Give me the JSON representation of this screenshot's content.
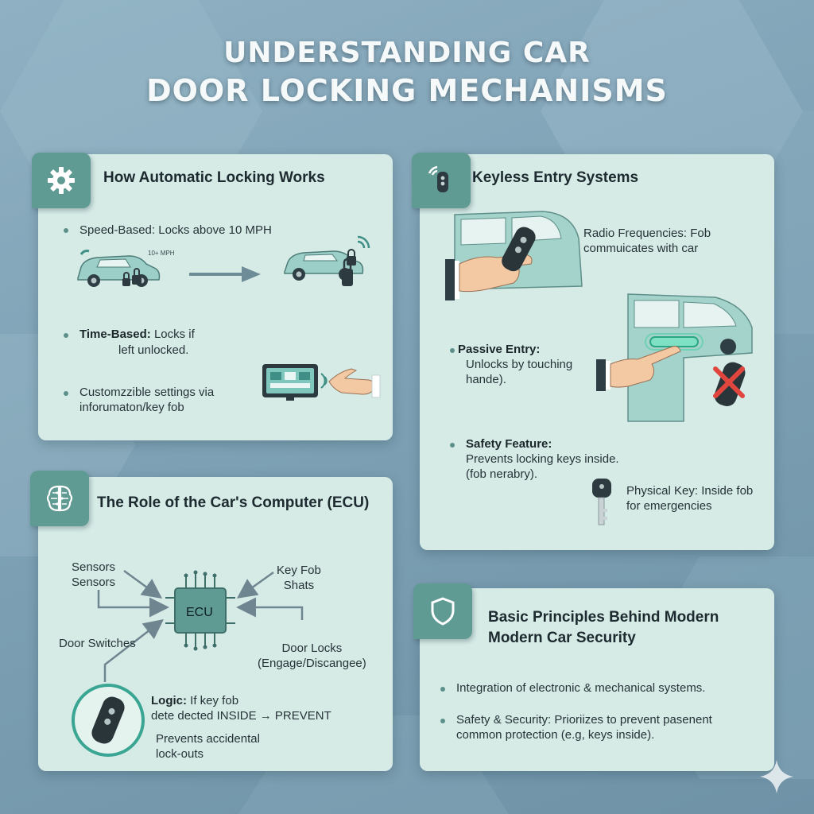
{
  "title": {
    "line1": "UNDERSTANDING CAR",
    "line2": "DOOR LOCKING MECHANISMS"
  },
  "panel_auto": {
    "icon": "gear-icon",
    "heading": "How Automatic Locking Works",
    "speed": "Speed-Based: Locks above 10 MPH",
    "speed_tag": "10+ MPH",
    "time_bold": "Time-Based:",
    "time_rest1": "Locks if",
    "time_rest2": "left unlocked.",
    "custom1": "Customzzible settings via",
    "custom2": "inforumaton/key fob"
  },
  "panel_keyless": {
    "icon": "key-fob-signal-icon",
    "heading": "Keyless Entry Systems",
    "radio1": "Radio Frequencies: Fob",
    "radio2": "commuicates with car",
    "passive_bold": "Passive Entry:",
    "passive1": "Unlocks by touching",
    "passive2": "hande).",
    "safety_bold": "Safety Feature:",
    "safety1": "Prevents locking keys inside.",
    "safety2": "(fob nerabry).",
    "physical1": "Physical Key: Inside fob",
    "physical2": "for emergencies"
  },
  "panel_ecu": {
    "icon": "brain-circuit-icon",
    "heading": "The Role of the Car's Computer (ECU)",
    "ecu": "ECU",
    "sensors1": "Sensors",
    "sensors2": "Sensors",
    "keyfob1": "Key Fob",
    "keyfob2": "Shats",
    "door_switches": "Door Switches",
    "door_locks1": "Door Locks",
    "door_locks2": "(Engage/Discangee)",
    "logic_bold": "Logic:",
    "logic1": "If key fob",
    "logic2": "dete dected INSIDE → PREVENT",
    "prevents1": "Prevents accidental",
    "prevents2": "lock-outs"
  },
  "panel_security": {
    "icon": "shield-icon",
    "heading1": "Basic Principles Behind Modern",
    "heading2": "Modern Car Security",
    "b1": "Integration of electronic & mechanical systems.",
    "b2_1": "Safety & Security: Prioriizes to prevent pasenent",
    "b2_2": "common protection (e.g, keys inside)."
  },
  "colors": {
    "panel": "#d6ebe6",
    "tab": "#5f9a93",
    "accent": "#3f8f86",
    "background": "#7ea1b5"
  }
}
